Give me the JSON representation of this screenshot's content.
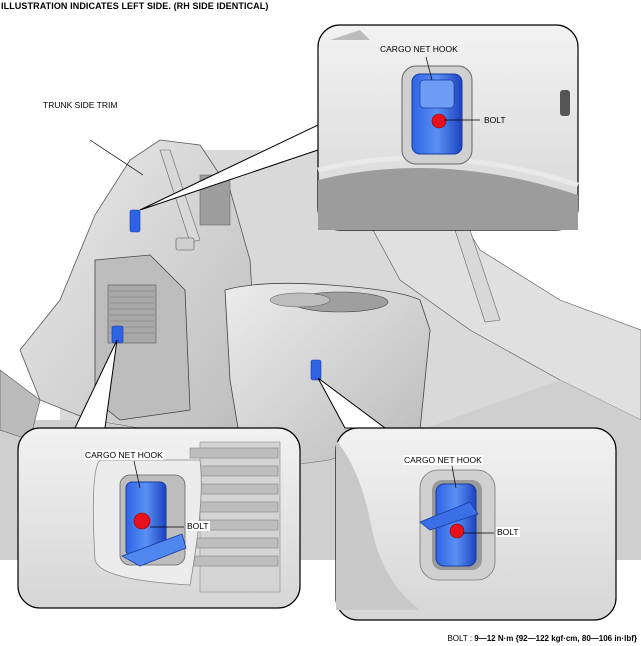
{
  "header": {
    "text": "ILLUSTRATION INDICATES LEFT SIDE. (RH SIDE IDENTICAL)"
  },
  "labels": {
    "trunk_side_trim": "TRUNK SIDE TRIM",
    "top_hook": "CARGO NET HOOK",
    "top_bolt": "BOLT",
    "left_hook": "CARGO NET HOOK",
    "left_bolt": "BOLT",
    "right_hook": "CARGO NET HOOK",
    "right_bolt": "BOLT"
  },
  "footer": {
    "prefix": "BOLT : ",
    "spec": "9—12 N·m {92—122 kgf·cm, 80—106 in·lbf}"
  },
  "colors": {
    "hook_blue": "#1e4fd6",
    "hook_blue_light": "#4f86f0",
    "bolt_red": "#e8101a",
    "trim_gray": "#c9c9c9",
    "shadow_gray": "#8a8a8a"
  }
}
